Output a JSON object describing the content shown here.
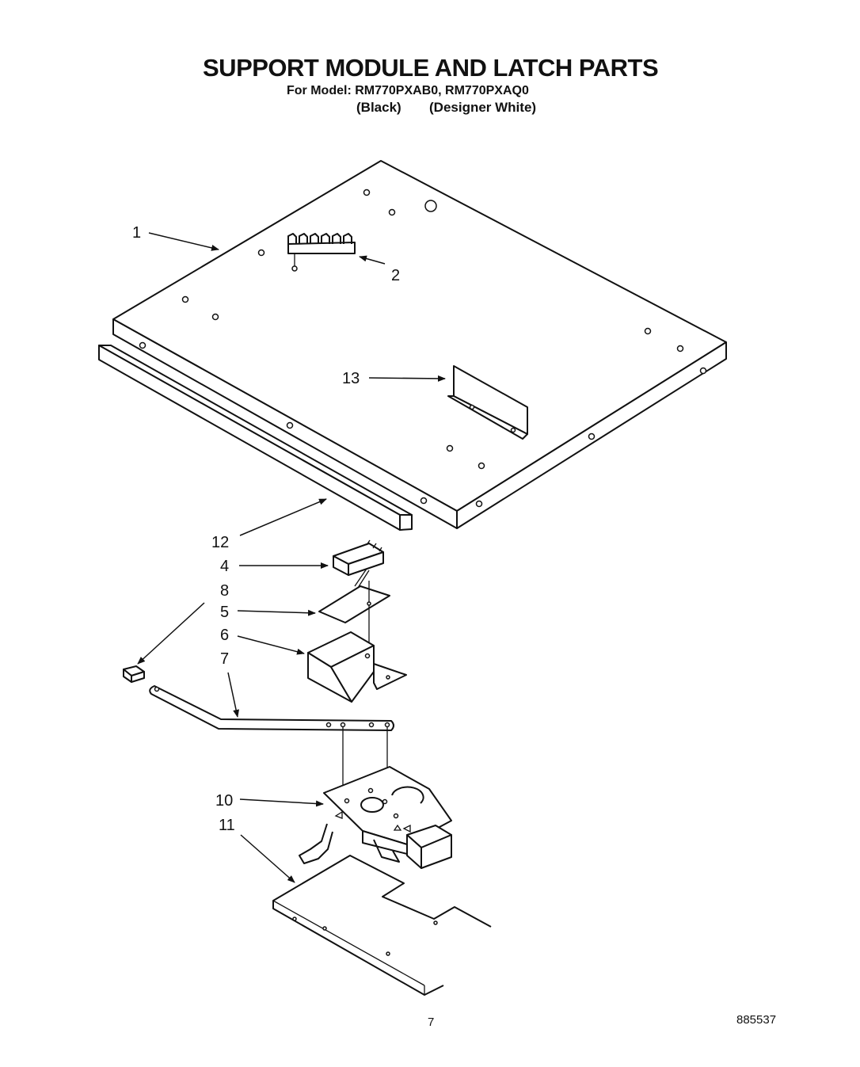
{
  "header": {
    "title": "SUPPORT MODULE AND LATCH PARTS",
    "model_line": "For Model: RM770PXAB0, RM770PXAQ0",
    "variant_black": "(Black)",
    "variant_white": "(Designer White)"
  },
  "callouts": {
    "c1": "1",
    "c2": "2",
    "c4": "4",
    "c5": "5",
    "c6": "6",
    "c7": "7",
    "c8": "8",
    "c10": "10",
    "c11": "11",
    "c12": "12",
    "c13": "13"
  },
  "footer": {
    "page_number": "7",
    "figure_number": "885537"
  }
}
